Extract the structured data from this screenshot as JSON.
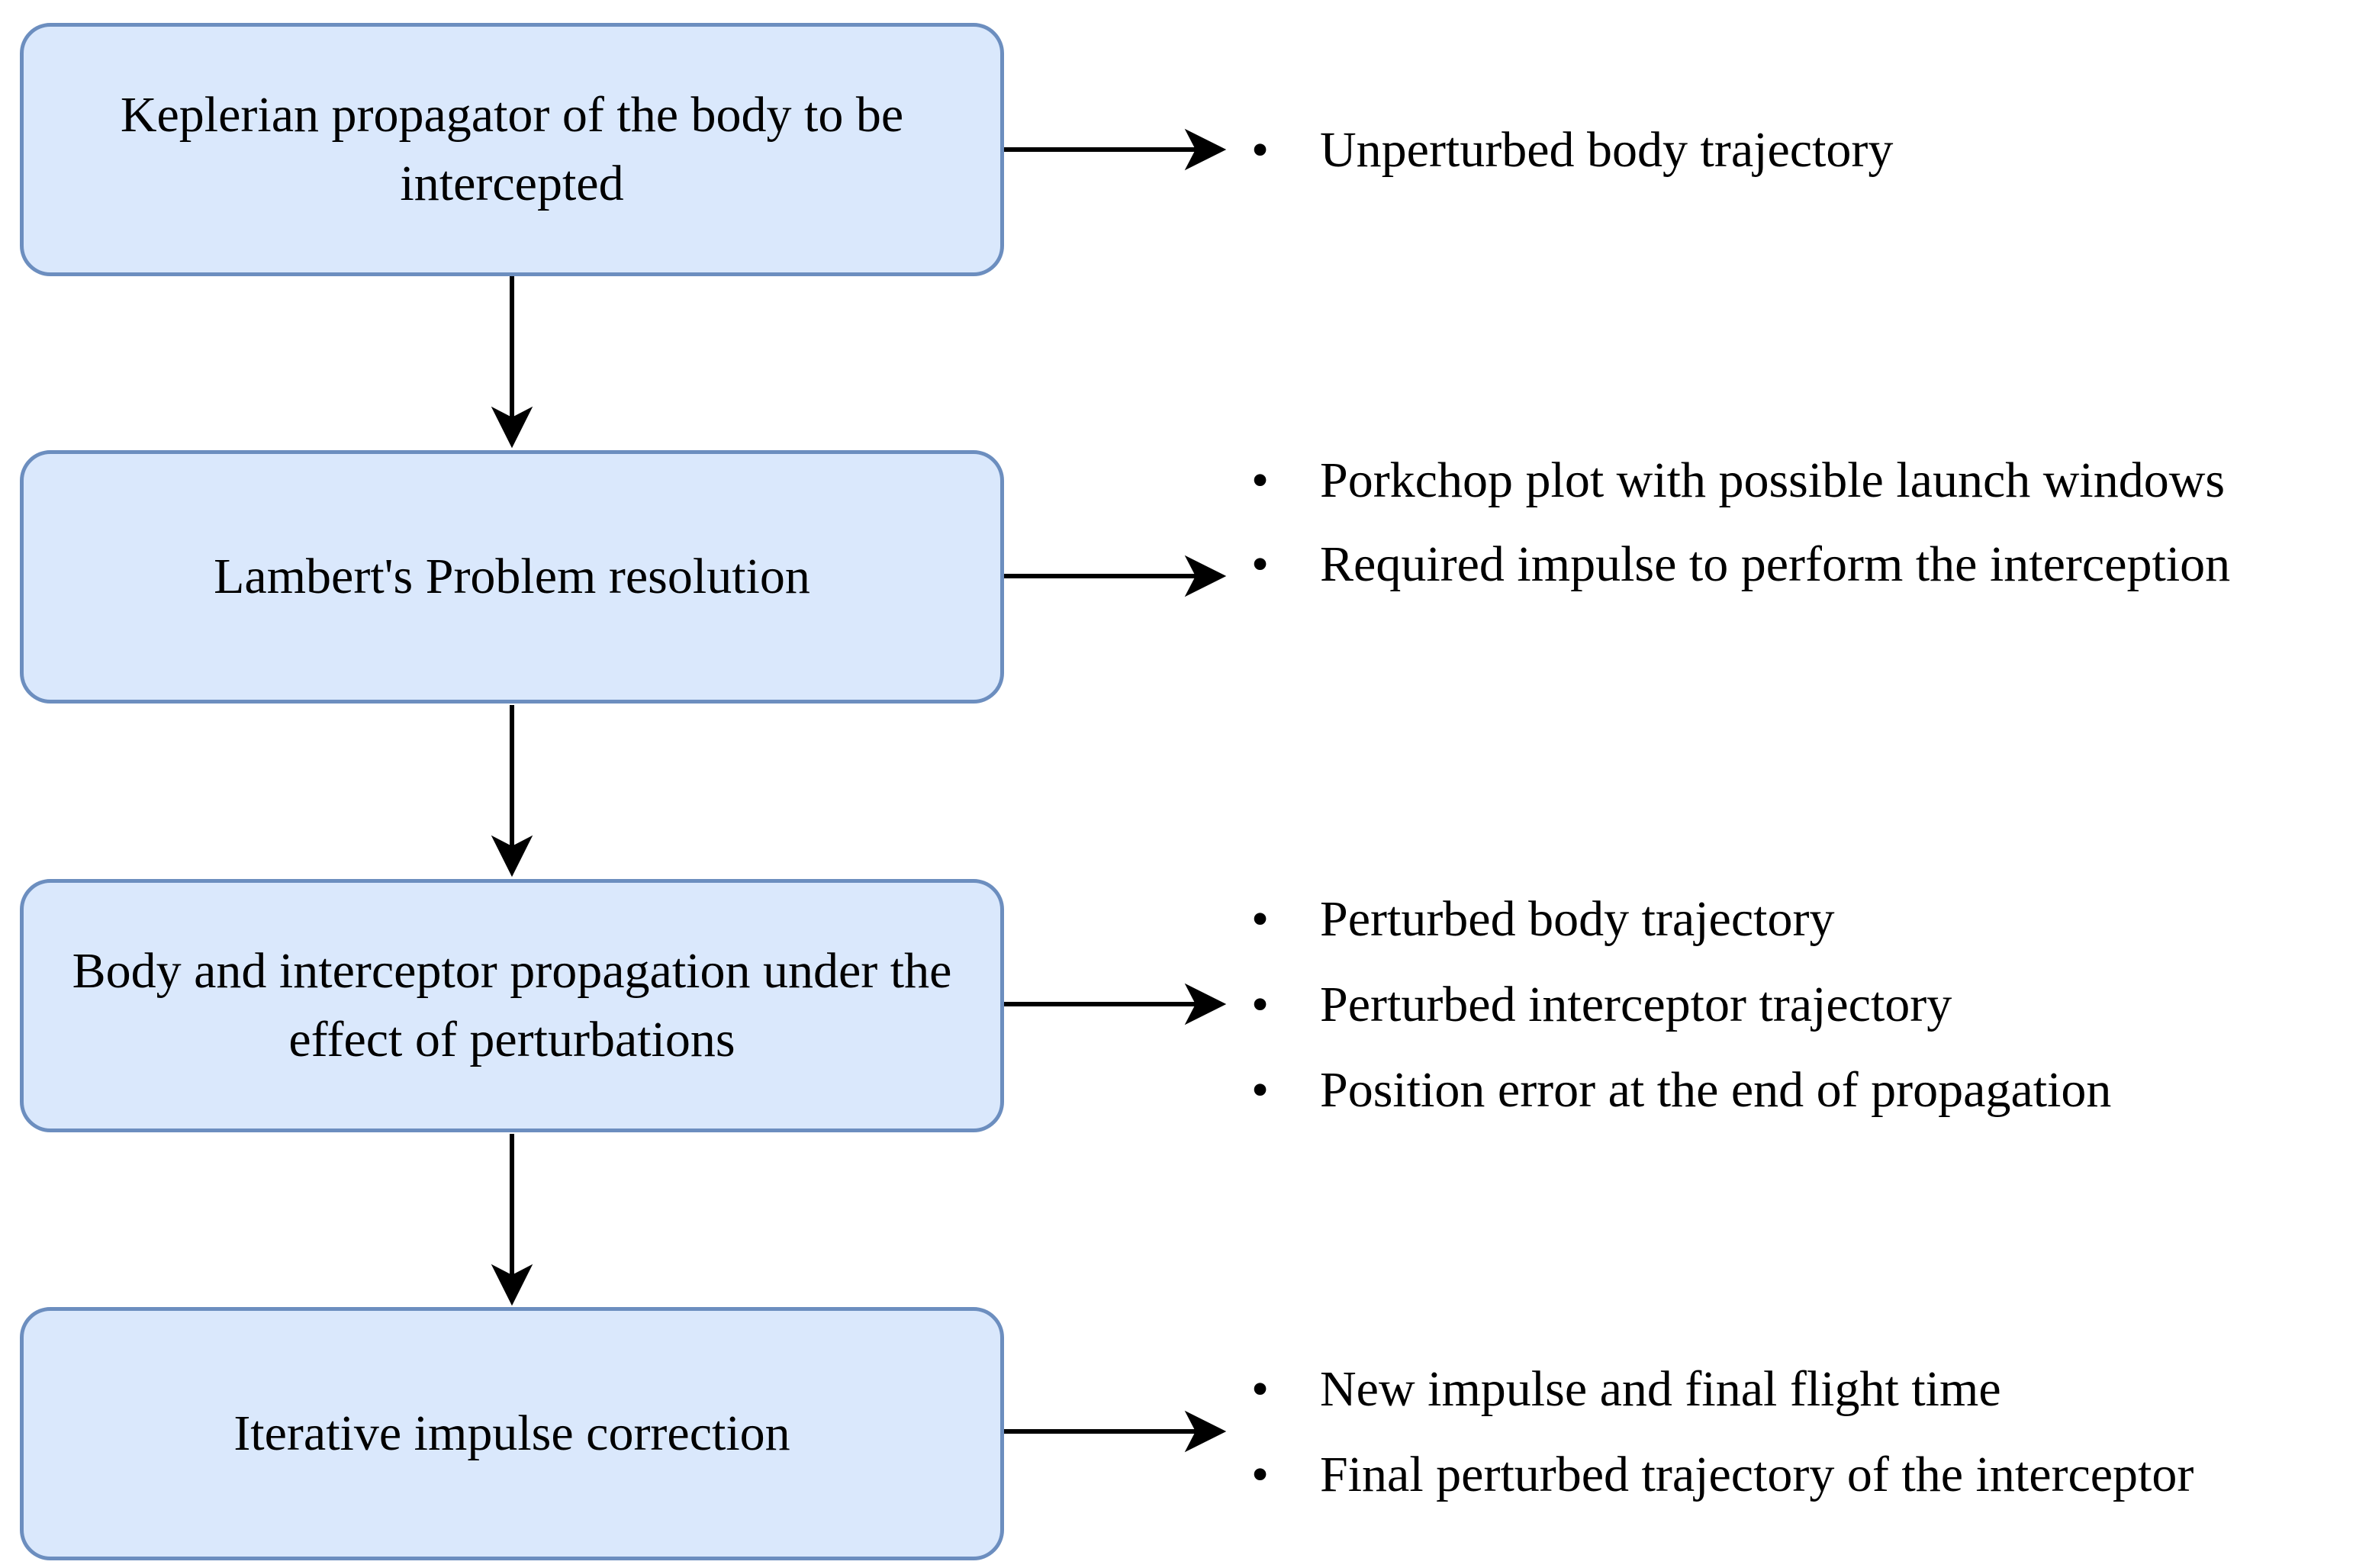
{
  "steps": [
    {
      "label": "Keplerian propagator of the body to be intercepted",
      "outputs": [
        "Unperturbed body trajectory"
      ]
    },
    {
      "label": "Lambert's Problem resolution",
      "outputs": [
        "Porkchop plot with possible launch windows",
        "Required impulse to perform the interception"
      ]
    },
    {
      "label": "Body and interceptor propagation under the effect of perturbations",
      "outputs": [
        "Perturbed body trajectory",
        "Perturbed interceptor trajectory",
        "Position error at the end of propagation"
      ]
    },
    {
      "label": "Iterative impulse correction",
      "outputs": [
        "New impulse and final flight time",
        "Final perturbed trajectory of the interceptor"
      ]
    }
  ],
  "colors": {
    "box_fill": "#dae8fc",
    "box_stroke": "#6c8ebf",
    "arrow": "#000000"
  },
  "icons": {
    "bullet": "bullet-dot"
  }
}
